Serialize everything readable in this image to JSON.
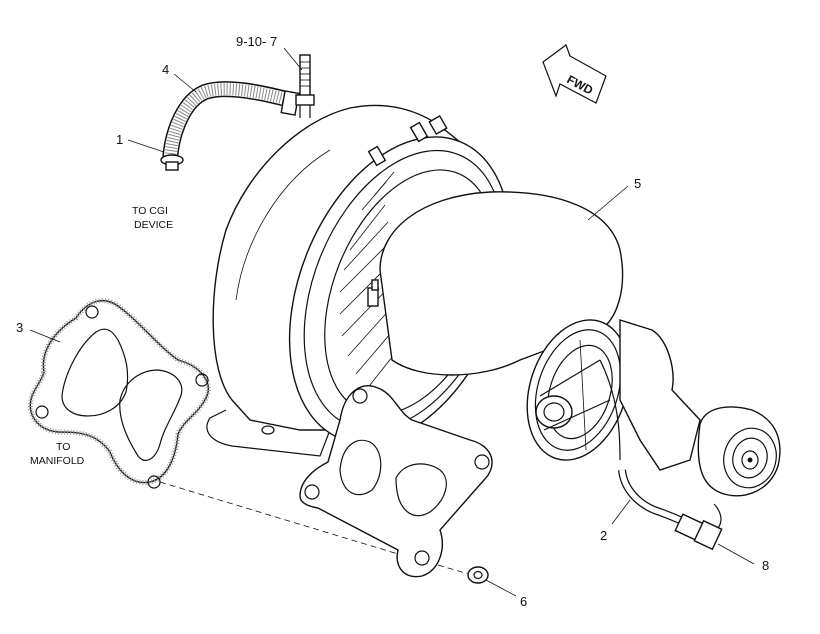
{
  "callouts": {
    "c1": "1",
    "c2": "2",
    "c3": "3",
    "c4": "4",
    "c5": "5",
    "c6": "6",
    "c8": "8",
    "c9": "9-10- 7"
  },
  "notes": {
    "cgi_line1": "TO CGI",
    "cgi_line2": "DEVICE",
    "manifold_line1": "TO",
    "manifold_line2": "MANIFOLD"
  },
  "direction_arrow": "FWD",
  "colors": {
    "ink": "#111111",
    "paper": "#ffffff"
  }
}
